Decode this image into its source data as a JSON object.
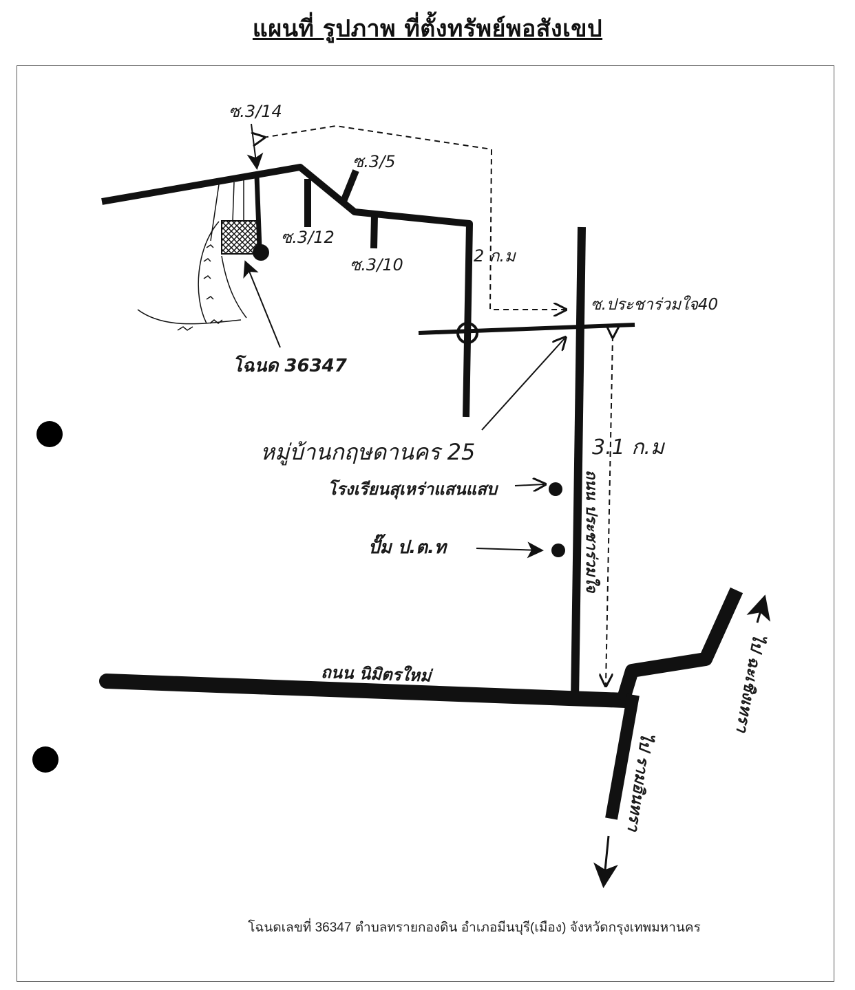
{
  "title": "แผนที่ รูปภาพ ที่ตั้งทรัพย์พอสังเขป",
  "labels": {
    "soi_3_14": "ซ.3/14",
    "soi_3_5": "ซ.3/5",
    "soi_3_12": "ซ.3/12",
    "soi_3_10": "ซ.3/10",
    "dist_2km": "2 ก.ม",
    "soi_pracharuamjai_40": "ซ.ประชาร่วมใจ40",
    "deed_36347": "โฉนด 36347",
    "village": "หมู่บ้านกฤษดานคร 25",
    "school": "โรงเรียนสุเหร่าแสนแสบ",
    "gas_station": "ปั๊ม ป.ต.ท",
    "dist_3_1km": "3.1 ก.ม",
    "road_pracharuamjai": "ถนน ประชาร่วมใจ",
    "road_nimitmai": "ถนน นิมิตรใหม่",
    "to_chachoengsao": "ไป ฉะเชิงเทรา",
    "to_ramintra": "ไป รามอินทรา"
  },
  "caption": "โฉนดเลขที่ 36347 ตำบลทรายกองดิน อำเภอมีนบุรี(เมือง) จังหวัดกรุงเทพมหานคร"
}
